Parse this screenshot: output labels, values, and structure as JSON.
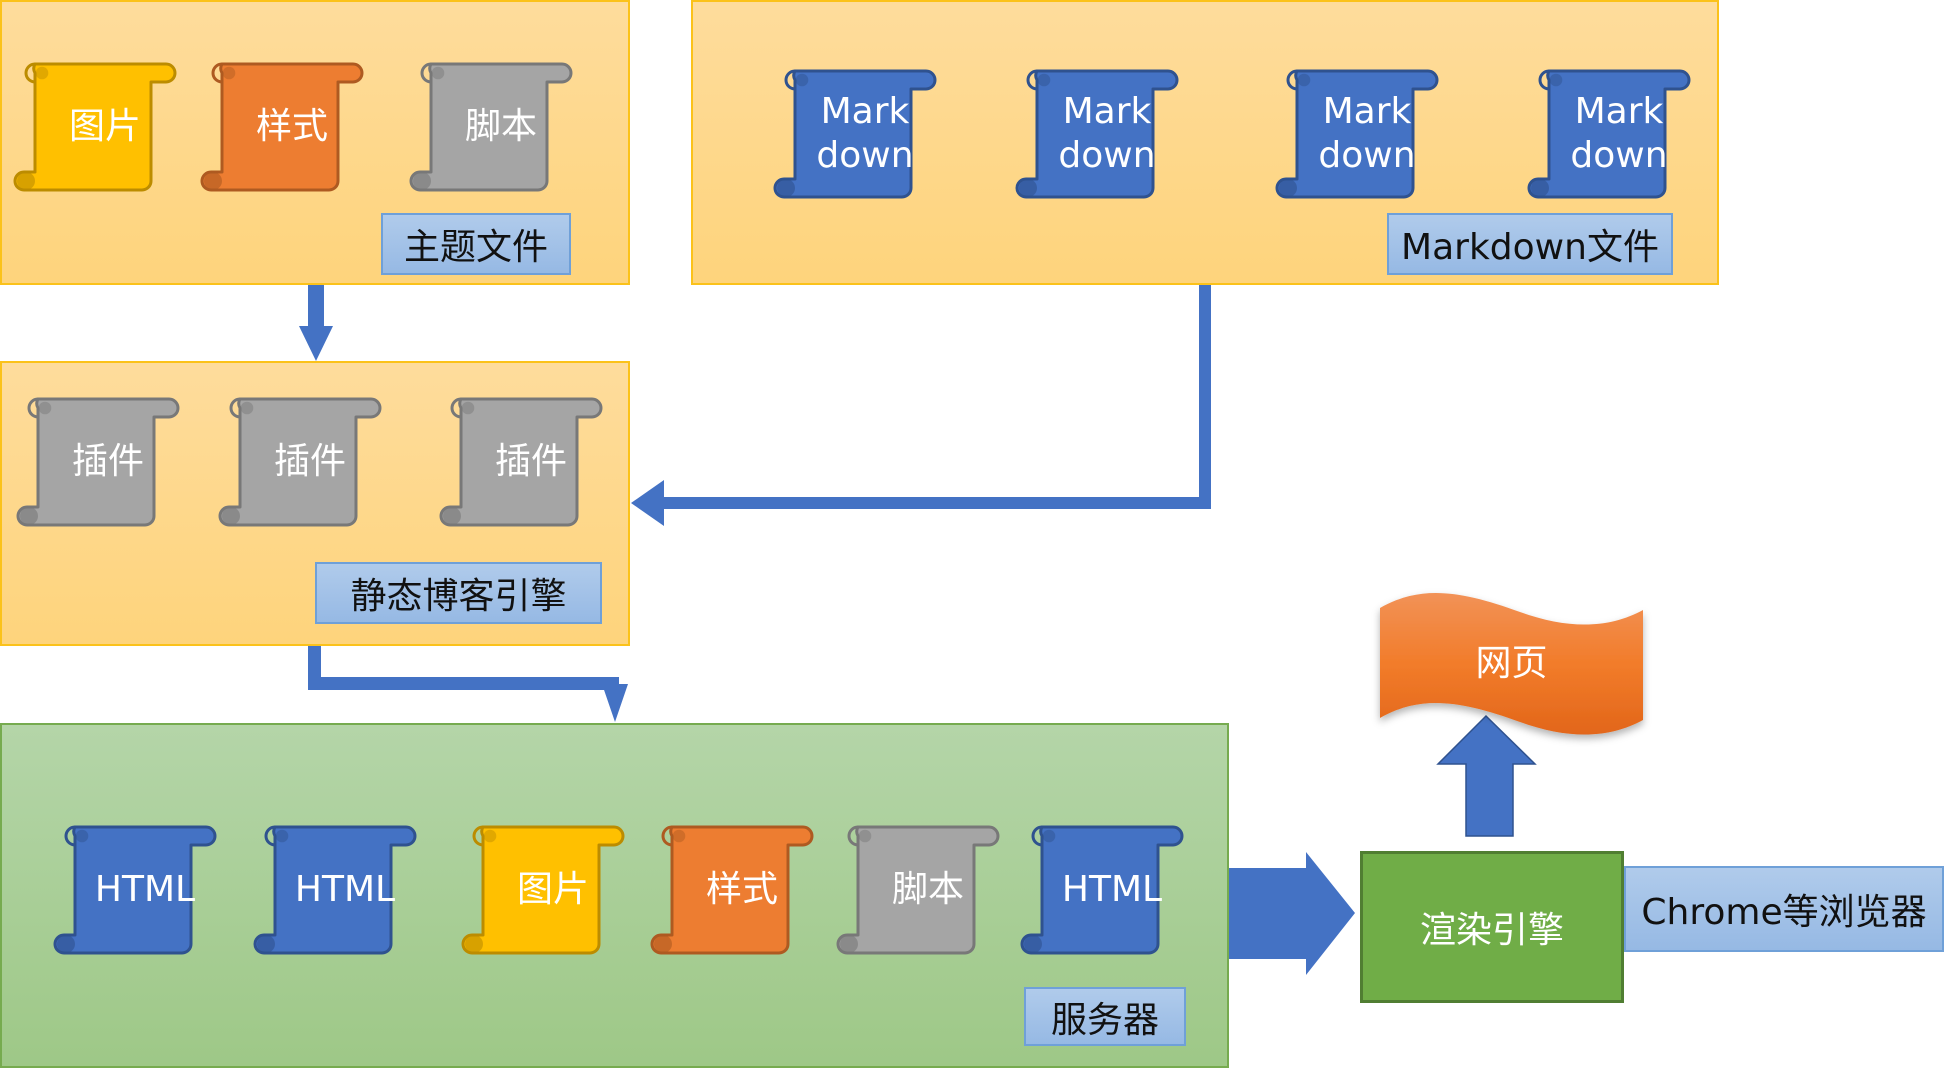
{
  "theme_files": {
    "title": "主题文件",
    "items": [
      {
        "label": "图片",
        "color": "yellow"
      },
      {
        "label": "样式",
        "color": "orange"
      },
      {
        "label": "脚本",
        "color": "gray"
      }
    ]
  },
  "markdown_files": {
    "title": "Markdown文件",
    "items": [
      {
        "label": "Mark\ndown",
        "color": "blue"
      },
      {
        "label": "Mark\ndown",
        "color": "blue"
      },
      {
        "label": "Mark\ndown",
        "color": "blue"
      },
      {
        "label": "Mark\ndown",
        "color": "blue"
      }
    ]
  },
  "static_blog_engine": {
    "title": "静态博客引擎",
    "items": [
      {
        "label": "插件",
        "color": "gray"
      },
      {
        "label": "插件",
        "color": "gray"
      },
      {
        "label": "插件",
        "color": "gray"
      }
    ]
  },
  "server": {
    "title": "服务器",
    "items": [
      {
        "label": "HTML",
        "color": "blue"
      },
      {
        "label": "HTML",
        "color": "blue"
      },
      {
        "label": "图片",
        "color": "yellow"
      },
      {
        "label": "样式",
        "color": "orange"
      },
      {
        "label": "脚本",
        "color": "gray"
      },
      {
        "label": "HTML",
        "color": "blue"
      }
    ]
  },
  "render_engine": {
    "label": "渲染引擎"
  },
  "browser": {
    "label": "Chrome等浏览器"
  },
  "web_page": {
    "label": "网页"
  },
  "palette": {
    "yellow": {
      "fill": "#ffc000",
      "stroke": "#bc8c00"
    },
    "orange": {
      "fill": "#ed7d31",
      "stroke": "#ae5a21"
    },
    "gray": {
      "fill": "#a5a5a5",
      "stroke": "#787878"
    },
    "blue": {
      "fill": "#4472c4",
      "stroke": "#2f528f"
    },
    "arrow": "#4472c4"
  }
}
